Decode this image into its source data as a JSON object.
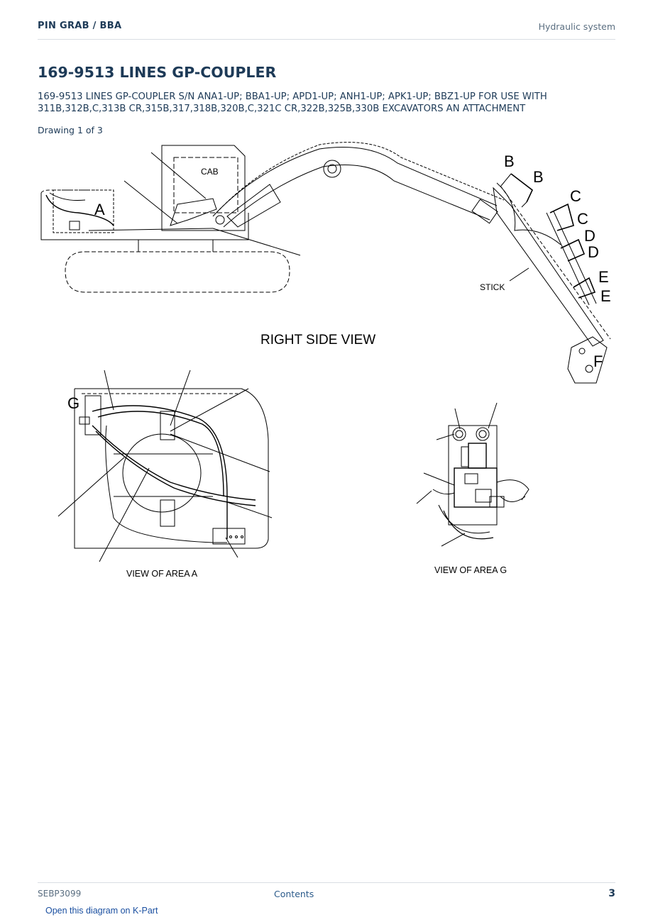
{
  "header": {
    "breadcrumb": "PIN GRAB  /  BBA",
    "section": "Hydraulic system"
  },
  "document": {
    "title": "169-9513 LINES GP-COUPLER",
    "description": "169-9513 LINES GP-COUPLER S/N ANA1-UP; BBA1-UP; APD1-UP; ANH1-UP; APK1-UP; BBZ1-UP FOR USE WITH 311B,312B,C,313B CR,315B,317,318B,320B,C,321C CR,322B,325B,330B EXCAVATORS AN ATTACHMENT",
    "drawing_number": "Drawing 1 of 3"
  },
  "diagram": {
    "main_view_label": "RIGHT SIDE VIEW",
    "cab_label": "CAB",
    "stick_label": "STICK",
    "area_a_label": "VIEW OF AREA A",
    "area_g_label": "VIEW OF AREA G",
    "callouts": {
      "a": "A",
      "b1": "B",
      "b2": "B",
      "c1": "C",
      "c2": "C",
      "d1": "D",
      "d2": "D",
      "e1": "E",
      "e2": "E",
      "f": "F",
      "g": "G"
    }
  },
  "footer": {
    "doc_id": "SEBP3099",
    "contents_link": "Contents",
    "page_number": "3",
    "kpart_link": "Open this diagram on K-Part"
  }
}
